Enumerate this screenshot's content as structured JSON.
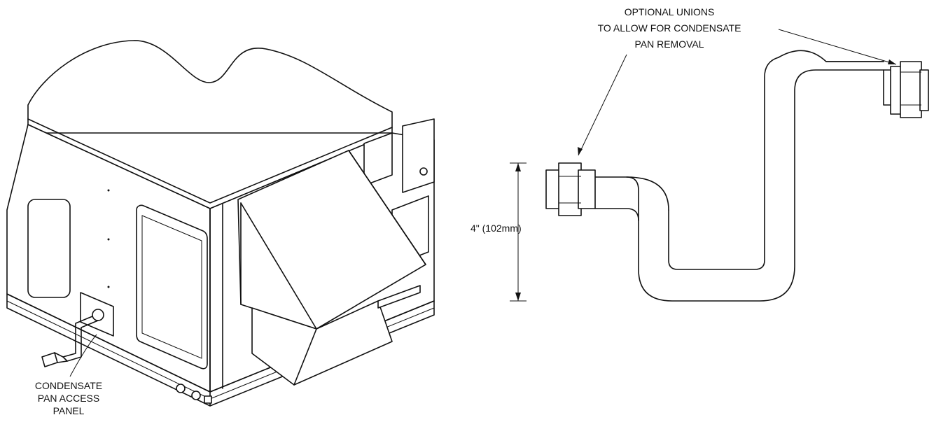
{
  "left_label": {
    "lines": [
      "CONDENSATE",
      "PAN ACCESS",
      "PANEL"
    ]
  },
  "right_label": {
    "lines": [
      "OPTIONAL UNIONS",
      "TO ALLOW FOR CONDENSATE",
      "PAN REMOVAL"
    ]
  },
  "dimension": {
    "text": "4\" (102mm)"
  }
}
